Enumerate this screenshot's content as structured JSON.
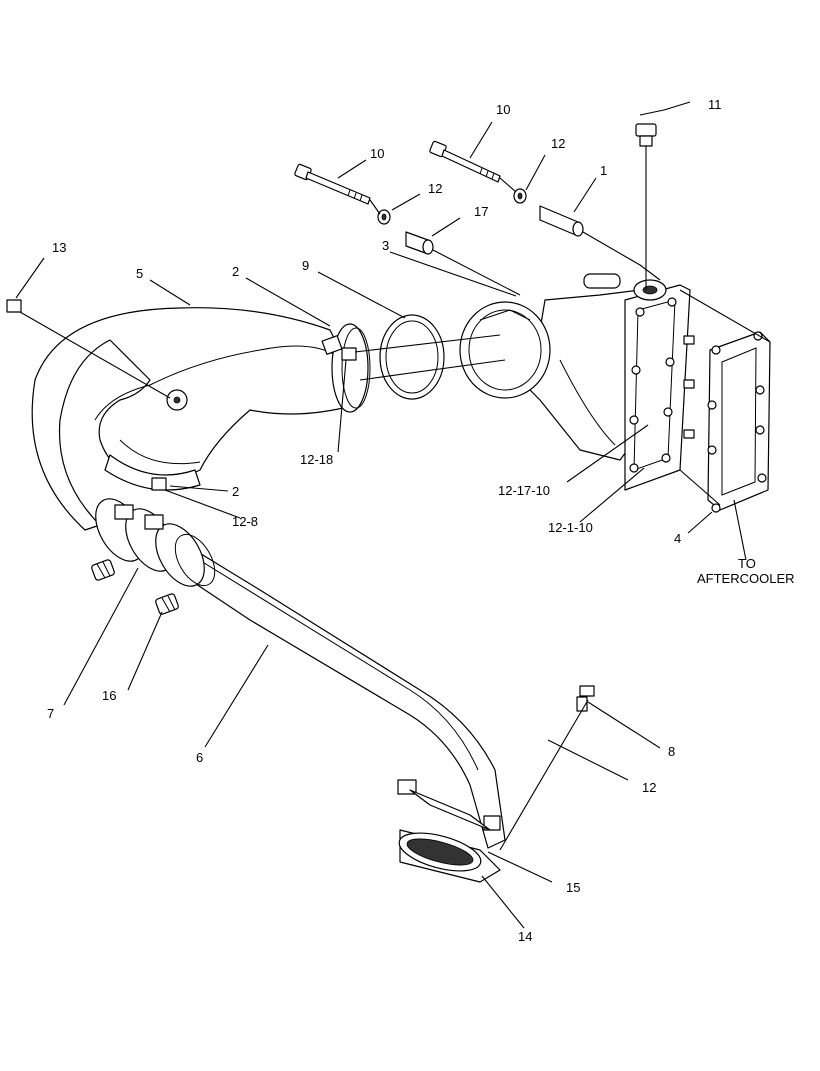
{
  "labels": {
    "p1": "1",
    "p2a": "2",
    "p2b": "2",
    "p3": "3",
    "p4": "4",
    "p5": "5",
    "p6": "6",
    "p7": "7",
    "p8": "8",
    "p9": "9",
    "p10a": "10",
    "p10b": "10",
    "p11": "11",
    "p12a": "12",
    "p12b": "12",
    "p12c": "12",
    "p13": "13",
    "p14": "14",
    "p15": "15",
    "p16": "16",
    "p17": "17",
    "p12_18": "12-18",
    "p12_8": "12-8",
    "p12_17_10": "12-17-10",
    "p12_1_10": "12-1-10"
  },
  "note": {
    "line1": "TO",
    "line2": "AFTERCOOLER"
  }
}
